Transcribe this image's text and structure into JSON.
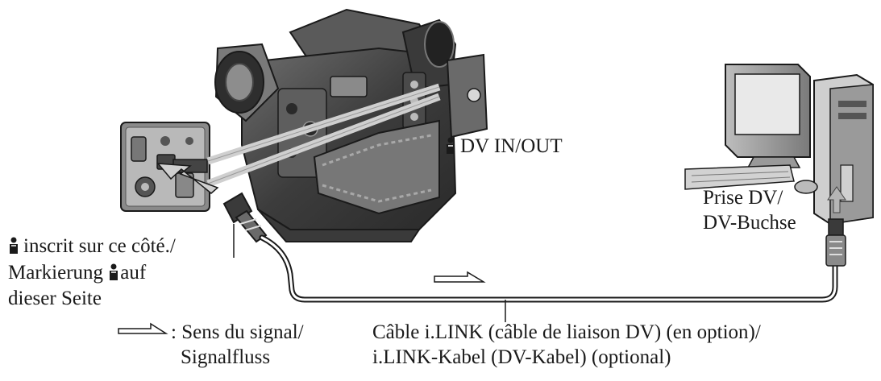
{
  "labels": {
    "dv_in_out": "DV IN/OUT",
    "prise_dv": "Prise DV/",
    "dv_buchse": "DV-Buchse",
    "side_line1": "inscrit sur ce côté./",
    "side_line2a": "Markierung",
    "side_line2b": "auf",
    "side_line3": "dieser Seite",
    "legend_line1": ": Sens du signal/",
    "legend_line2": "Signalfluss",
    "cable_line1": "Câble i.LINK (câble de liaison DV) (en option)/",
    "cable_line2": "i.LINK-Kabel (DV-Kabel) (optional)"
  },
  "icons": {
    "ilink": "ilink-logo-icon",
    "signal_arrow": "signal-arrow-icon",
    "up_arrow": "up-arrow-icon"
  },
  "colors": {
    "line": "#1a1a1a",
    "gray_dark": "#4a4a4a",
    "gray_mid": "#8c8c8c",
    "gray_light": "#c8c8c8",
    "arrow_fill": "#b5b5b5"
  }
}
